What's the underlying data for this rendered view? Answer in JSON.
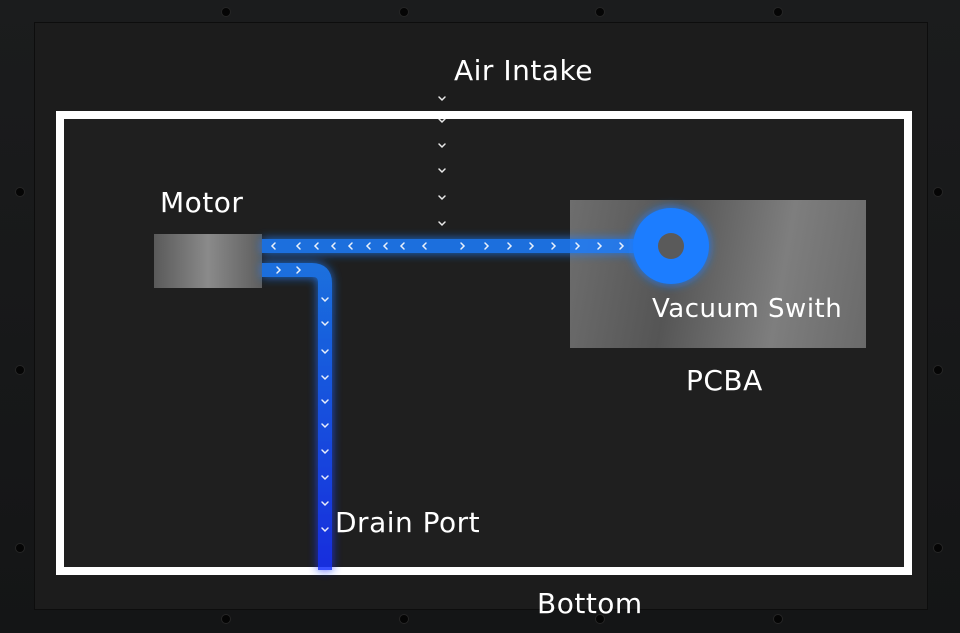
{
  "labels": {
    "air_intake": "Air Intake",
    "motor": "Motor",
    "vacuum_switch": "Vacuum Swith",
    "pcba": "PCBA",
    "drain_port": "Drain Port",
    "bottom": "Bottom"
  },
  "colors": {
    "pipe": "#1a7dff",
    "pipe_glow": "#2a6dff",
    "pipe_drain": "#1744ff",
    "intake_top": "#c0365a",
    "arrow": "#ffffff",
    "frame": "#ffffff",
    "switch_ring": "#1a7dff",
    "switch_hole": "#555555"
  },
  "icons": {
    "flow_arrow": "chevron-icon",
    "vacuum_switch": "ring-icon"
  }
}
